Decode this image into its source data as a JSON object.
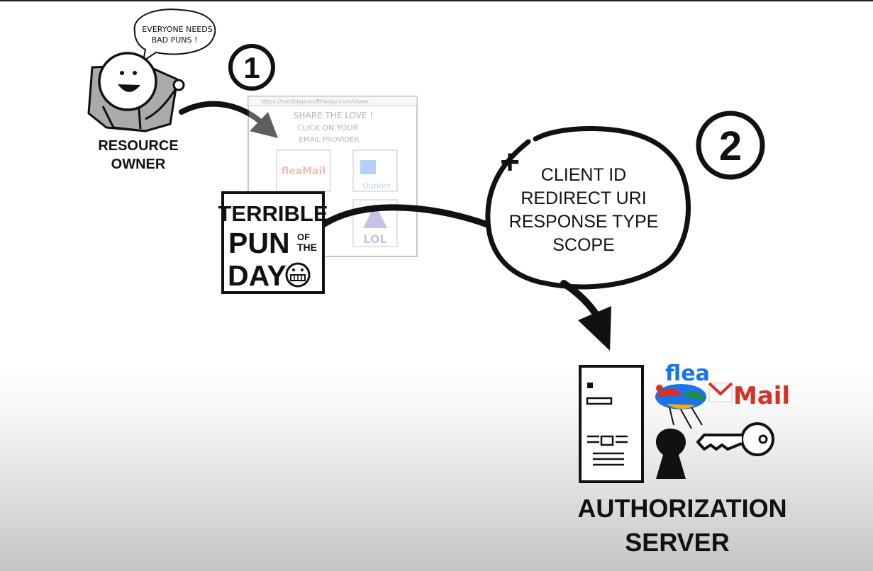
{
  "speech_bubble": {
    "line1": "EVERYONE NEEDS",
    "line2": "BAD PUNS !"
  },
  "resource_owner": {
    "line1": "RESOURCE",
    "line2": "OWNER"
  },
  "step_markers": [
    "1",
    "2"
  ],
  "browser_page": {
    "url": "https://terriblepunoftheday.com/share",
    "heading_line1": "SHARE THE LOVE !",
    "heading_line2": "CLICK ON YOUR",
    "heading_line3": "EMAIL PROVIDER",
    "providers": [
      {
        "name": "fleaMail",
        "icon": "fleamail-logo"
      },
      {
        "name": "Outlost",
        "icon": "outlost-logo"
      },
      {
        "name": "LOL",
        "icon": "lol-logo"
      }
    ]
  },
  "pun_logo": {
    "line1": "TERRIBLE",
    "line2a": "PUN",
    "line2b1": "OF",
    "line2b2": "THE",
    "line3": "DAY"
  },
  "plus_sign": "+",
  "params_bubble": {
    "items": [
      "CLIENT ID",
      "REDIRECT URI",
      "RESPONSE TYPE",
      "SCOPE"
    ]
  },
  "flea_mail": {
    "flea": "flea",
    "mail": "Mail"
  },
  "authorization_server": {
    "line1": "AUTHORIZATION",
    "line2": "SERVER"
  },
  "colors": {
    "ink": "#111111",
    "gmail_red": "#d93025",
    "google_blue": "#1a73e8",
    "google_green": "#1e8e3e",
    "google_yellow": "#f9ab00"
  }
}
